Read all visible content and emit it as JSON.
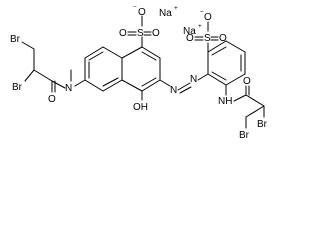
{
  "structure": {
    "ions": [
      {
        "symbol": "Na",
        "charge": "+"
      },
      {
        "symbol": "Na",
        "charge": "+"
      }
    ],
    "atoms": {
      "br": "Br",
      "n": "N",
      "o": "O",
      "oh": "OH",
      "s": "S",
      "h": "H",
      "nh": "NH",
      "methyl_label": ""
    },
    "charges": {
      "minus": "−",
      "plus": "+"
    }
  }
}
